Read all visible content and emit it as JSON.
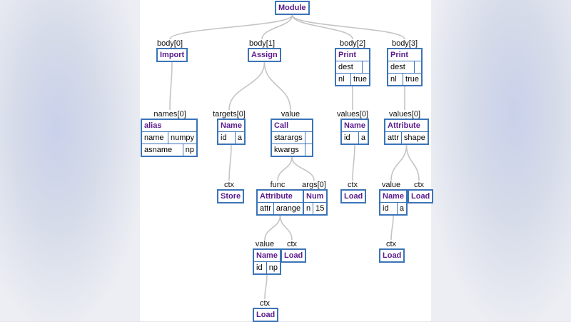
{
  "nodes": {
    "module": {
      "title": "Module"
    },
    "import": {
      "edge_label": "body[0]",
      "title": "Import"
    },
    "assign": {
      "edge_label": "body[1]",
      "title": "Assign"
    },
    "print1": {
      "edge_label": "body[2]",
      "title": "Print",
      "rows": [
        [
          "dest",
          ""
        ],
        [
          "nl",
          "true"
        ]
      ]
    },
    "print2": {
      "edge_label": "body[3]",
      "title": "Print",
      "rows": [
        [
          "dest",
          ""
        ],
        [
          "nl",
          "true"
        ]
      ]
    },
    "alias": {
      "edge_label": "names[0]",
      "title": "alias",
      "rows": [
        [
          "name",
          "numpy"
        ],
        [
          "asname",
          "np"
        ]
      ]
    },
    "name_store": {
      "edge_label": "targets[0]",
      "title": "Name",
      "rows": [
        [
          "id",
          "a"
        ]
      ]
    },
    "call": {
      "edge_label": "value",
      "title": "Call",
      "rows": [
        [
          "starargs",
          ""
        ],
        [
          "kwargs",
          ""
        ]
      ]
    },
    "name_print1": {
      "edge_label": "values[0]",
      "title": "Name",
      "rows": [
        [
          "id",
          "a"
        ]
      ]
    },
    "attr_shape": {
      "edge_label": "values[0]",
      "title": "Attribute",
      "rows": [
        [
          "attr",
          "shape"
        ]
      ]
    },
    "store": {
      "edge_label": "ctx",
      "title": "Store"
    },
    "attr_arange": {
      "edge_label": "func",
      "title": "Attribute",
      "rows": [
        [
          "attr",
          "arange"
        ]
      ]
    },
    "num": {
      "edge_label": "args[0]",
      "title": "Num",
      "rows": [
        [
          "n",
          "15"
        ]
      ]
    },
    "load_print1": {
      "edge_label": "ctx",
      "title": "Load"
    },
    "name_shape": {
      "edge_label": "value",
      "title": "Name",
      "rows": [
        [
          "id",
          "a"
        ]
      ]
    },
    "load_shape": {
      "edge_label": "ctx",
      "title": "Load"
    },
    "name_np": {
      "edge_label": "value",
      "title": "Name",
      "rows": [
        [
          "id",
          "np"
        ]
      ]
    },
    "load_arange": {
      "edge_label": "ctx",
      "title": "Load"
    },
    "load_a": {
      "edge_label": "ctx",
      "title": "Load"
    },
    "load_np": {
      "edge_label": "ctx",
      "title": "Load"
    }
  },
  "colors": {
    "node_border": "#3b74b8",
    "node_title": "#5a1a8c",
    "edge": "#c4c4c4"
  }
}
